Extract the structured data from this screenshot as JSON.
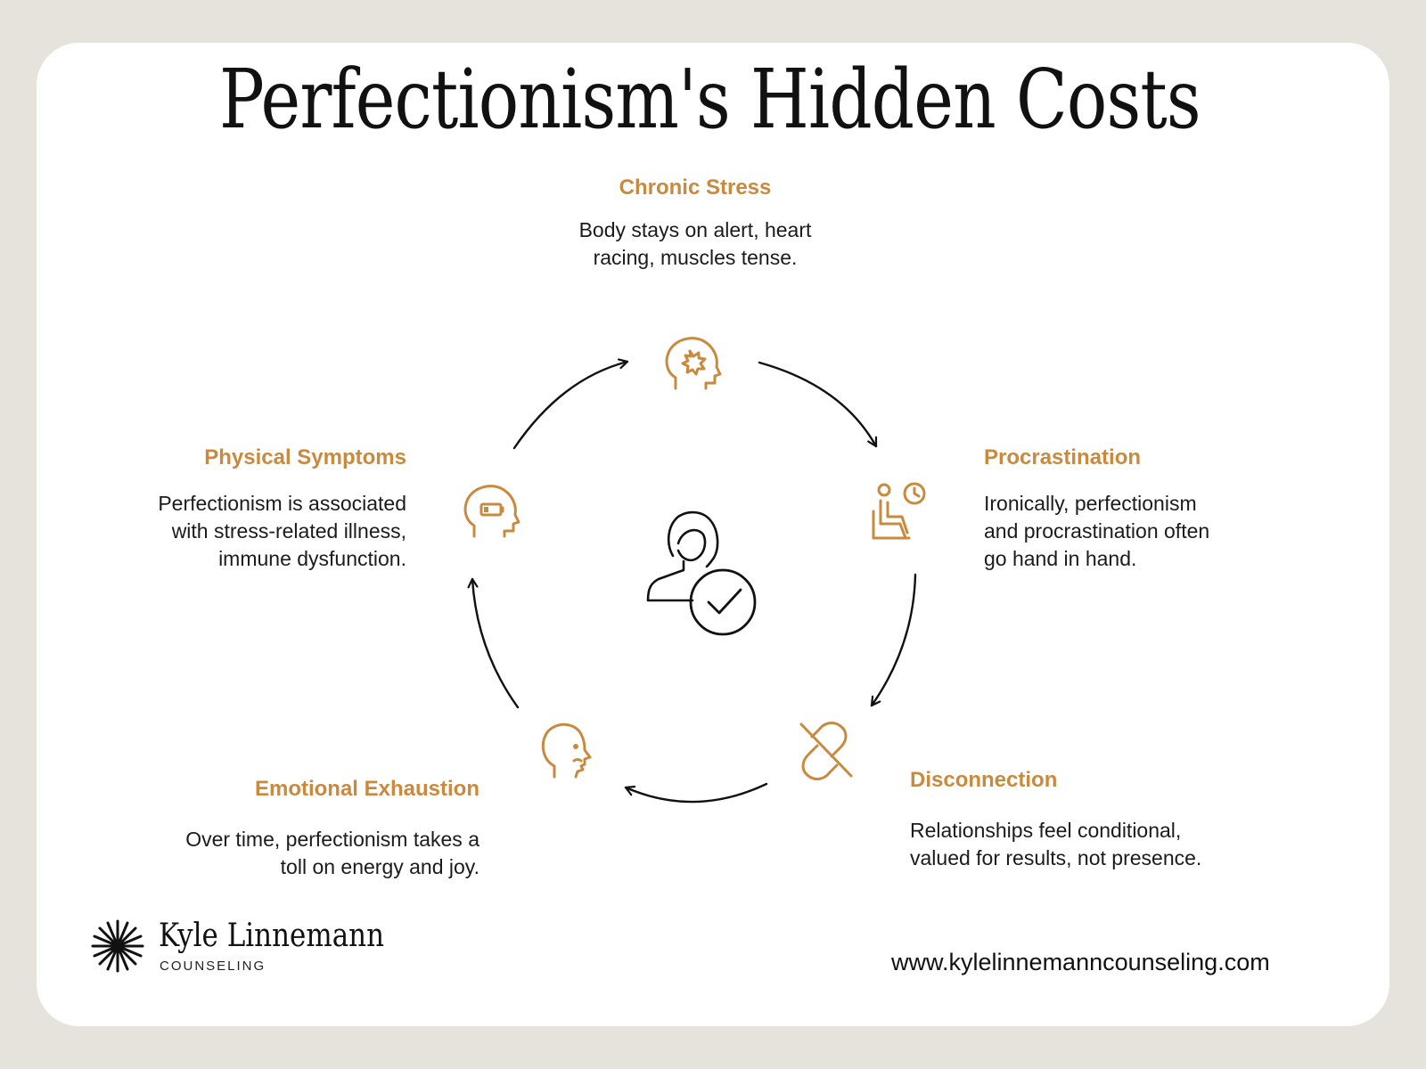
{
  "title": "Perfectionism's Hidden Costs",
  "cycle": [
    {
      "heading": "Chronic Stress",
      "desc_lines": [
        "Body stays on alert, heart",
        "racing, muscles tense."
      ],
      "icon": "head-burst-icon"
    },
    {
      "heading": "Procrastination",
      "desc_lines": [
        "Ironically, perfectionism",
        "and procrastination often",
        "go hand in hand."
      ],
      "icon": "person-seated-clock-icon"
    },
    {
      "heading": "Disconnection",
      "desc_lines": [
        "Relationships feel conditional,",
        "valued for results, not presence."
      ],
      "icon": "broken-link-icon"
    },
    {
      "heading": "Emotional Exhaustion",
      "desc_lines": [
        "Over time, perfectionism takes a",
        "toll on energy and joy."
      ],
      "icon": "sad-face-profile-icon"
    },
    {
      "heading": "Physical Symptoms",
      "desc_lines": [
        "Perfectionism is associated",
        "with stress-related illness,",
        "immune dysfunction."
      ],
      "icon": "head-low-battery-icon"
    }
  ],
  "center_icon": "person-checkmark-icon",
  "brand": {
    "name": "Kyle Linnemann",
    "sub": "COUNSELING",
    "icon": "sunburst-icon"
  },
  "website": "www.kylelinnemanncounseling.com",
  "colors": {
    "accent": "#c98a3e",
    "text": "#1b1b1b",
    "background": "#e6e3dd",
    "card": "#ffffff"
  }
}
